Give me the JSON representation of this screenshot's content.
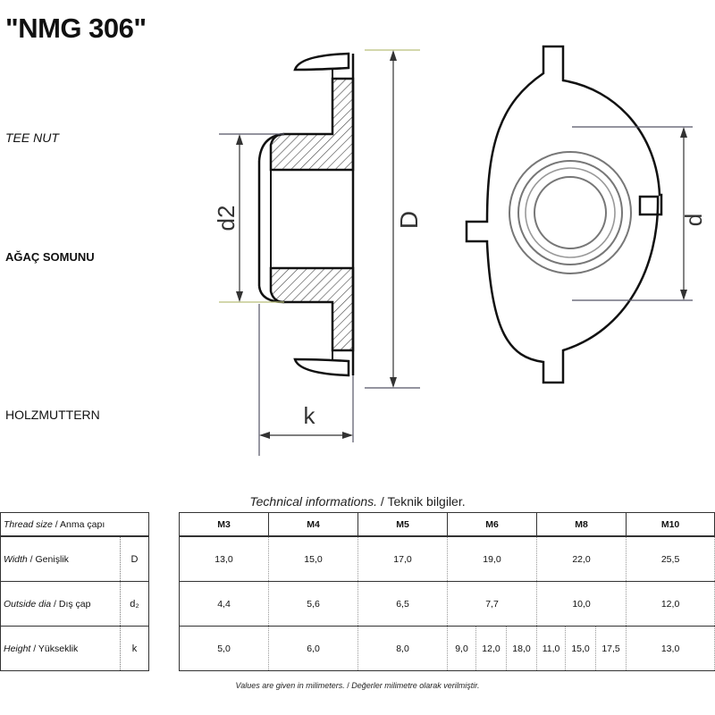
{
  "title": "\"NMG 306\"",
  "labels": {
    "english": "TEE NUT",
    "turkish": "AĞAÇ SOMUNU",
    "german": "HOLZMUTTERN"
  },
  "drawing": {
    "dims": {
      "d2": "d2",
      "D": "D",
      "k": "k",
      "d": "d"
    }
  },
  "table": {
    "caption_en": "Technical informations.",
    "caption_sep": " / ",
    "caption_tr": "Teknik bilgiler.",
    "header": {
      "label_en": "Thread size",
      "label_sep": " / ",
      "label_tr": "Anma çapı",
      "sizes": [
        "M3",
        "M4",
        "M5",
        "M6",
        "M8",
        "M10"
      ]
    },
    "rows": {
      "width": {
        "label_en": "Width",
        "label_sep": " / ",
        "label_tr": "Genişlik",
        "symbol": "D",
        "values": [
          "13,0",
          "15,0",
          "17,0",
          "19,0",
          "22,0",
          "25,5"
        ]
      },
      "outside": {
        "label_en": "Outside dia",
        "label_sep": " / ",
        "label_tr": "Dış çap",
        "symbol": "d₂",
        "values": [
          "4,4",
          "5,6",
          "6,5",
          "7,7",
          "10,0",
          "12,0"
        ]
      },
      "height": {
        "label_en": "Height",
        "label_sep": " / ",
        "label_tr": "Yükseklik",
        "symbol": "k",
        "m3": "5,0",
        "m4": "6,0",
        "m5": "8,0",
        "m6": [
          "9,0",
          "12,0",
          "18,0"
        ],
        "m8": [
          "11,0",
          "15,0",
          "17,5"
        ],
        "m10": "13,0"
      }
    },
    "footnote_en": "Values are given in milimeters.",
    "footnote_sep": " / ",
    "footnote_tr": "Değerler milimetre olarak verilmiştir."
  }
}
